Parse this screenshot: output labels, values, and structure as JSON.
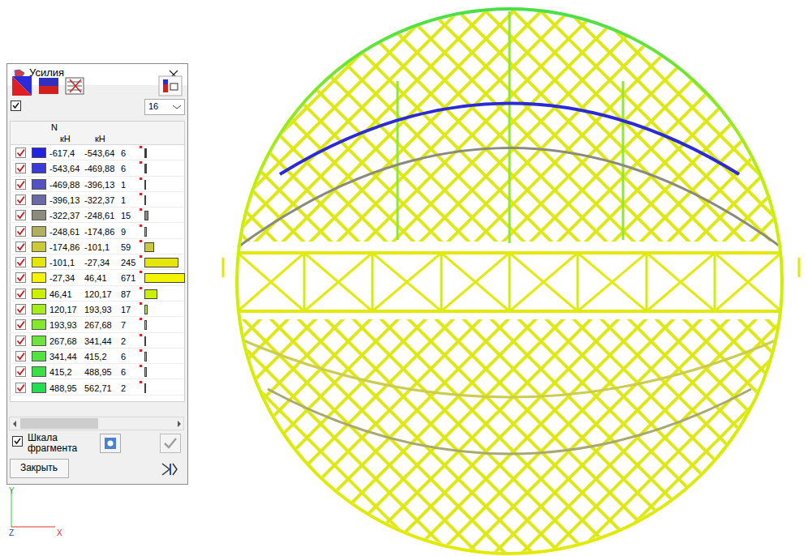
{
  "diagram": {
    "title": "Усилия",
    "labels": [
      "16",
      "N",
      "кН",
      "кН",
      "-543,64",
      "6",
      "-469,88",
      "6",
      "-396,13",
      "1",
      "-322,37",
      "1",
      "-248,61",
      "15",
      "-174,86",
      "9",
      "-101,1",
      "59",
      "-27,34",
      "245",
      "46,41",
      "671",
      "120,17",
      "87",
      "193,93",
      "17",
      "267,68",
      "7",
      "341,44",
      "2",
      "415,2",
      "6",
      "488,95",
      "6",
      "562,71",
      "2",
      "Шкала фрагмента",
      "Закрыть",
      "Y",
      "Z",
      "X"
    ],
    "legend": [
      {
        "text": "-617,4",
        "color": "#2222e0"
      },
      {
        "text": "-543,64",
        "color": "#3a3ad6"
      },
      {
        "text": "-469,88",
        "color": "#5252c4"
      },
      {
        "text": "-396,13",
        "color": "#6a6aa6"
      },
      {
        "text": "-322,37",
        "color": "#8c8c7c"
      },
      {
        "text": "-248,61",
        "color": "#b0b05e"
      },
      {
        "text": "-174,86",
        "color": "#caca38"
      },
      {
        "text": "-101,1",
        "color": "#e6e60a"
      },
      {
        "text": "-27,34",
        "color": "#f4f400"
      },
      {
        "text": "46,41",
        "color": "#ccf000"
      },
      {
        "text": "120,17",
        "color": "#a4ee1e"
      },
      {
        "text": "193,93",
        "color": "#84e82e"
      },
      {
        "text": "267,68",
        "color": "#6ce43c"
      },
      {
        "text": "341,44",
        "color": "#54e240"
      },
      {
        "text": "415,2",
        "color": "#3ce044"
      },
      {
        "text": "488,95",
        "color": "#22de50"
      }
    ]
  }
}
